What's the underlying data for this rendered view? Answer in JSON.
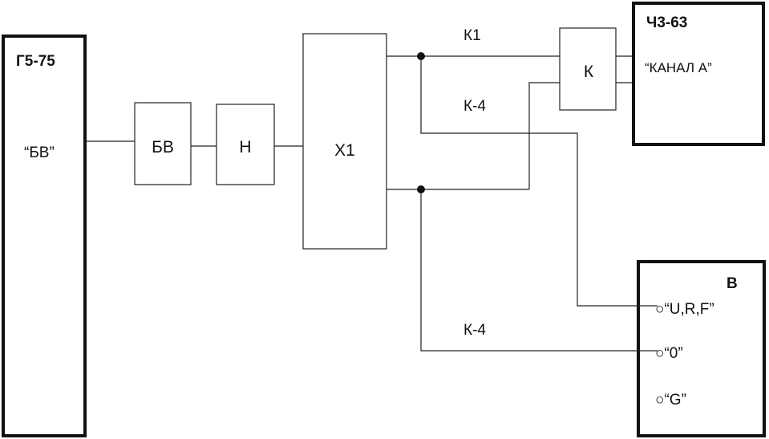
{
  "devices": {
    "generator": {
      "title": "Г5-75",
      "port": "“БВ”"
    },
    "counter": {
      "title": "Ч3-63",
      "channel": "“КАНАЛ А”"
    },
    "voltmeter": {
      "title": "В",
      "terminals": [
        "○“U,R,F”",
        "○“0”",
        "○“G”"
      ]
    }
  },
  "blocks": {
    "bv": "БВ",
    "n": "Н",
    "x1": "Х1",
    "k": "К"
  },
  "cables": {
    "k1": "К1",
    "k4_upper": "К-4",
    "k4_lower": "К-4"
  }
}
